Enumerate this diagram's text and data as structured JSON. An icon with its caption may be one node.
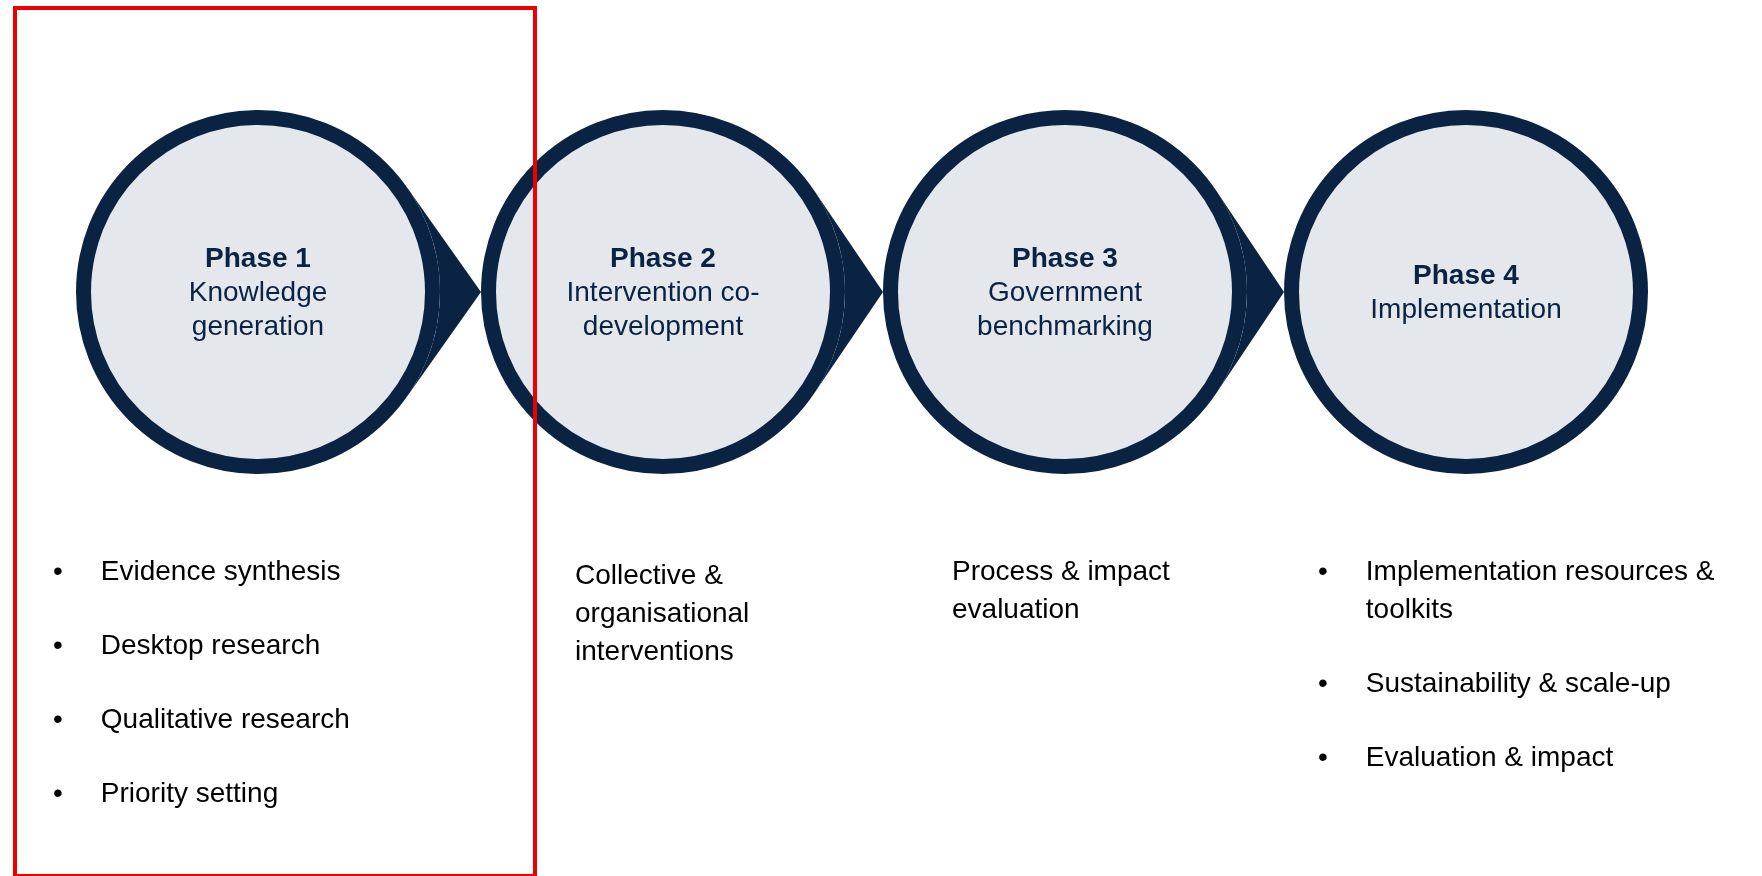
{
  "diagram": {
    "nodes": [
      {
        "text": [
          "Phase 1",
          "Knowledge generation"
        ],
        "beside": [
          "Evidence synthesis",
          "Desktop research",
          "Qualitative research",
          "Priority setting"
        ]
      },
      {
        "text": [
          "Phase 2",
          "Intervention co-development"
        ],
        "beside": [
          "Collective & organisational interventions"
        ]
      },
      {
        "text": [
          "Phase 3",
          "Government benchmarking"
        ],
        "beside": [
          "Process & impact evaluation"
        ]
      },
      {
        "text": [
          "Phase 4",
          "Implementation"
        ],
        "beside": [
          "Implementation resources & toolkits",
          "Sustainability & scale-up",
          "Evaluation & impact"
        ]
      }
    ],
    "edges": [
      {
        "from": 0,
        "to": 1,
        "arrow": "to"
      },
      {
        "from": 1,
        "to": 2,
        "arrow": "to"
      },
      {
        "from": 2,
        "to": 3,
        "arrow": "to"
      }
    ],
    "labels": [
      "•",
      "•",
      "•",
      "•",
      "•",
      "•",
      "•"
    ]
  }
}
